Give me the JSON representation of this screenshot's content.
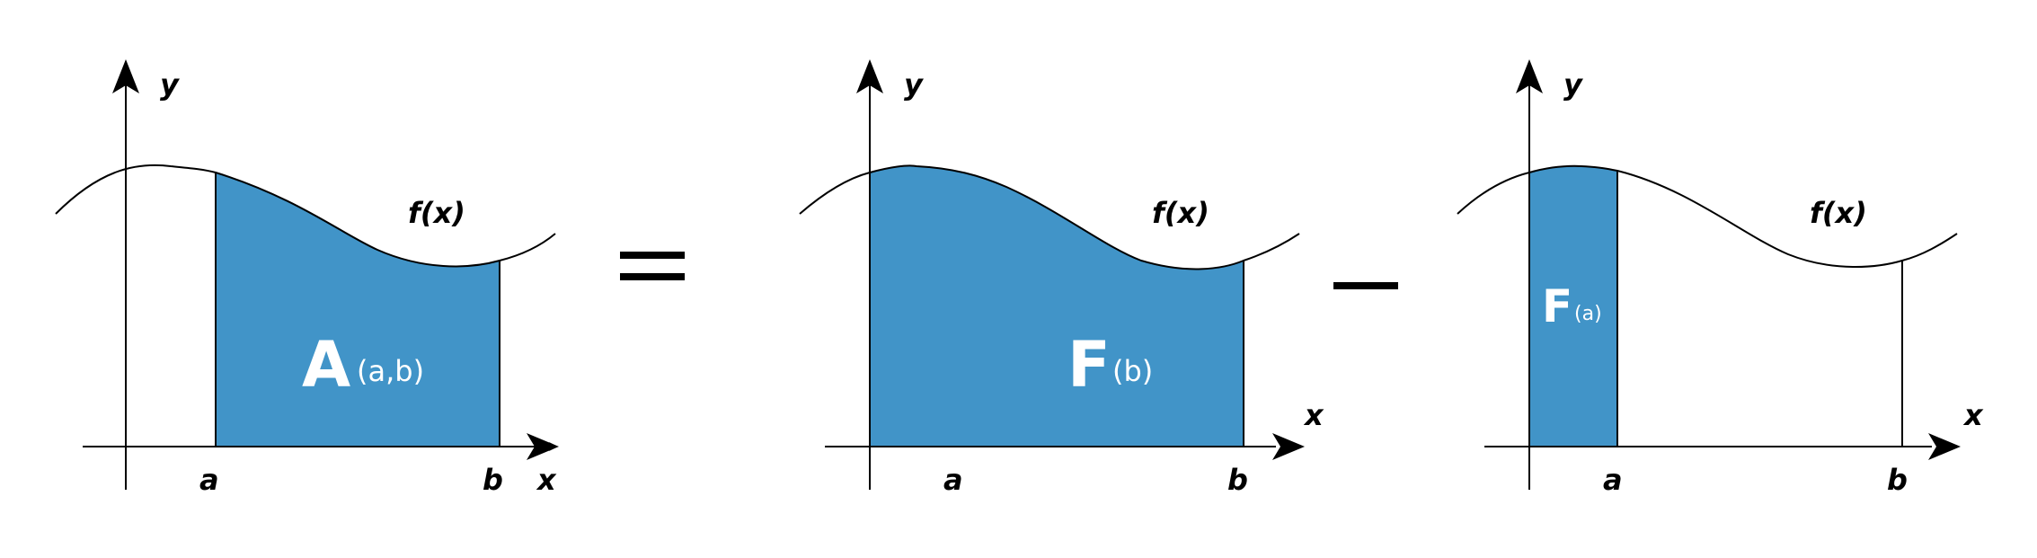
{
  "colors": {
    "fill": "#4194c8",
    "stroke": "#000000",
    "area_text": "#ffffff"
  },
  "panels": [
    {
      "x_label": "x",
      "y_label": "y",
      "a_label": "a",
      "b_label": "b",
      "func_label": "f(x)",
      "area_letter": "A",
      "area_sub": "(a,b)"
    },
    {
      "x_label": "x",
      "y_label": "y",
      "a_label": "a",
      "b_label": "b",
      "func_label": "f(x)",
      "area_letter": "F",
      "area_sub": "(b)"
    },
    {
      "x_label": "x",
      "y_label": "y",
      "a_label": "a",
      "b_label": "b",
      "func_label": "f(x)",
      "area_letter": "F",
      "area_sub": "(a)"
    }
  ]
}
